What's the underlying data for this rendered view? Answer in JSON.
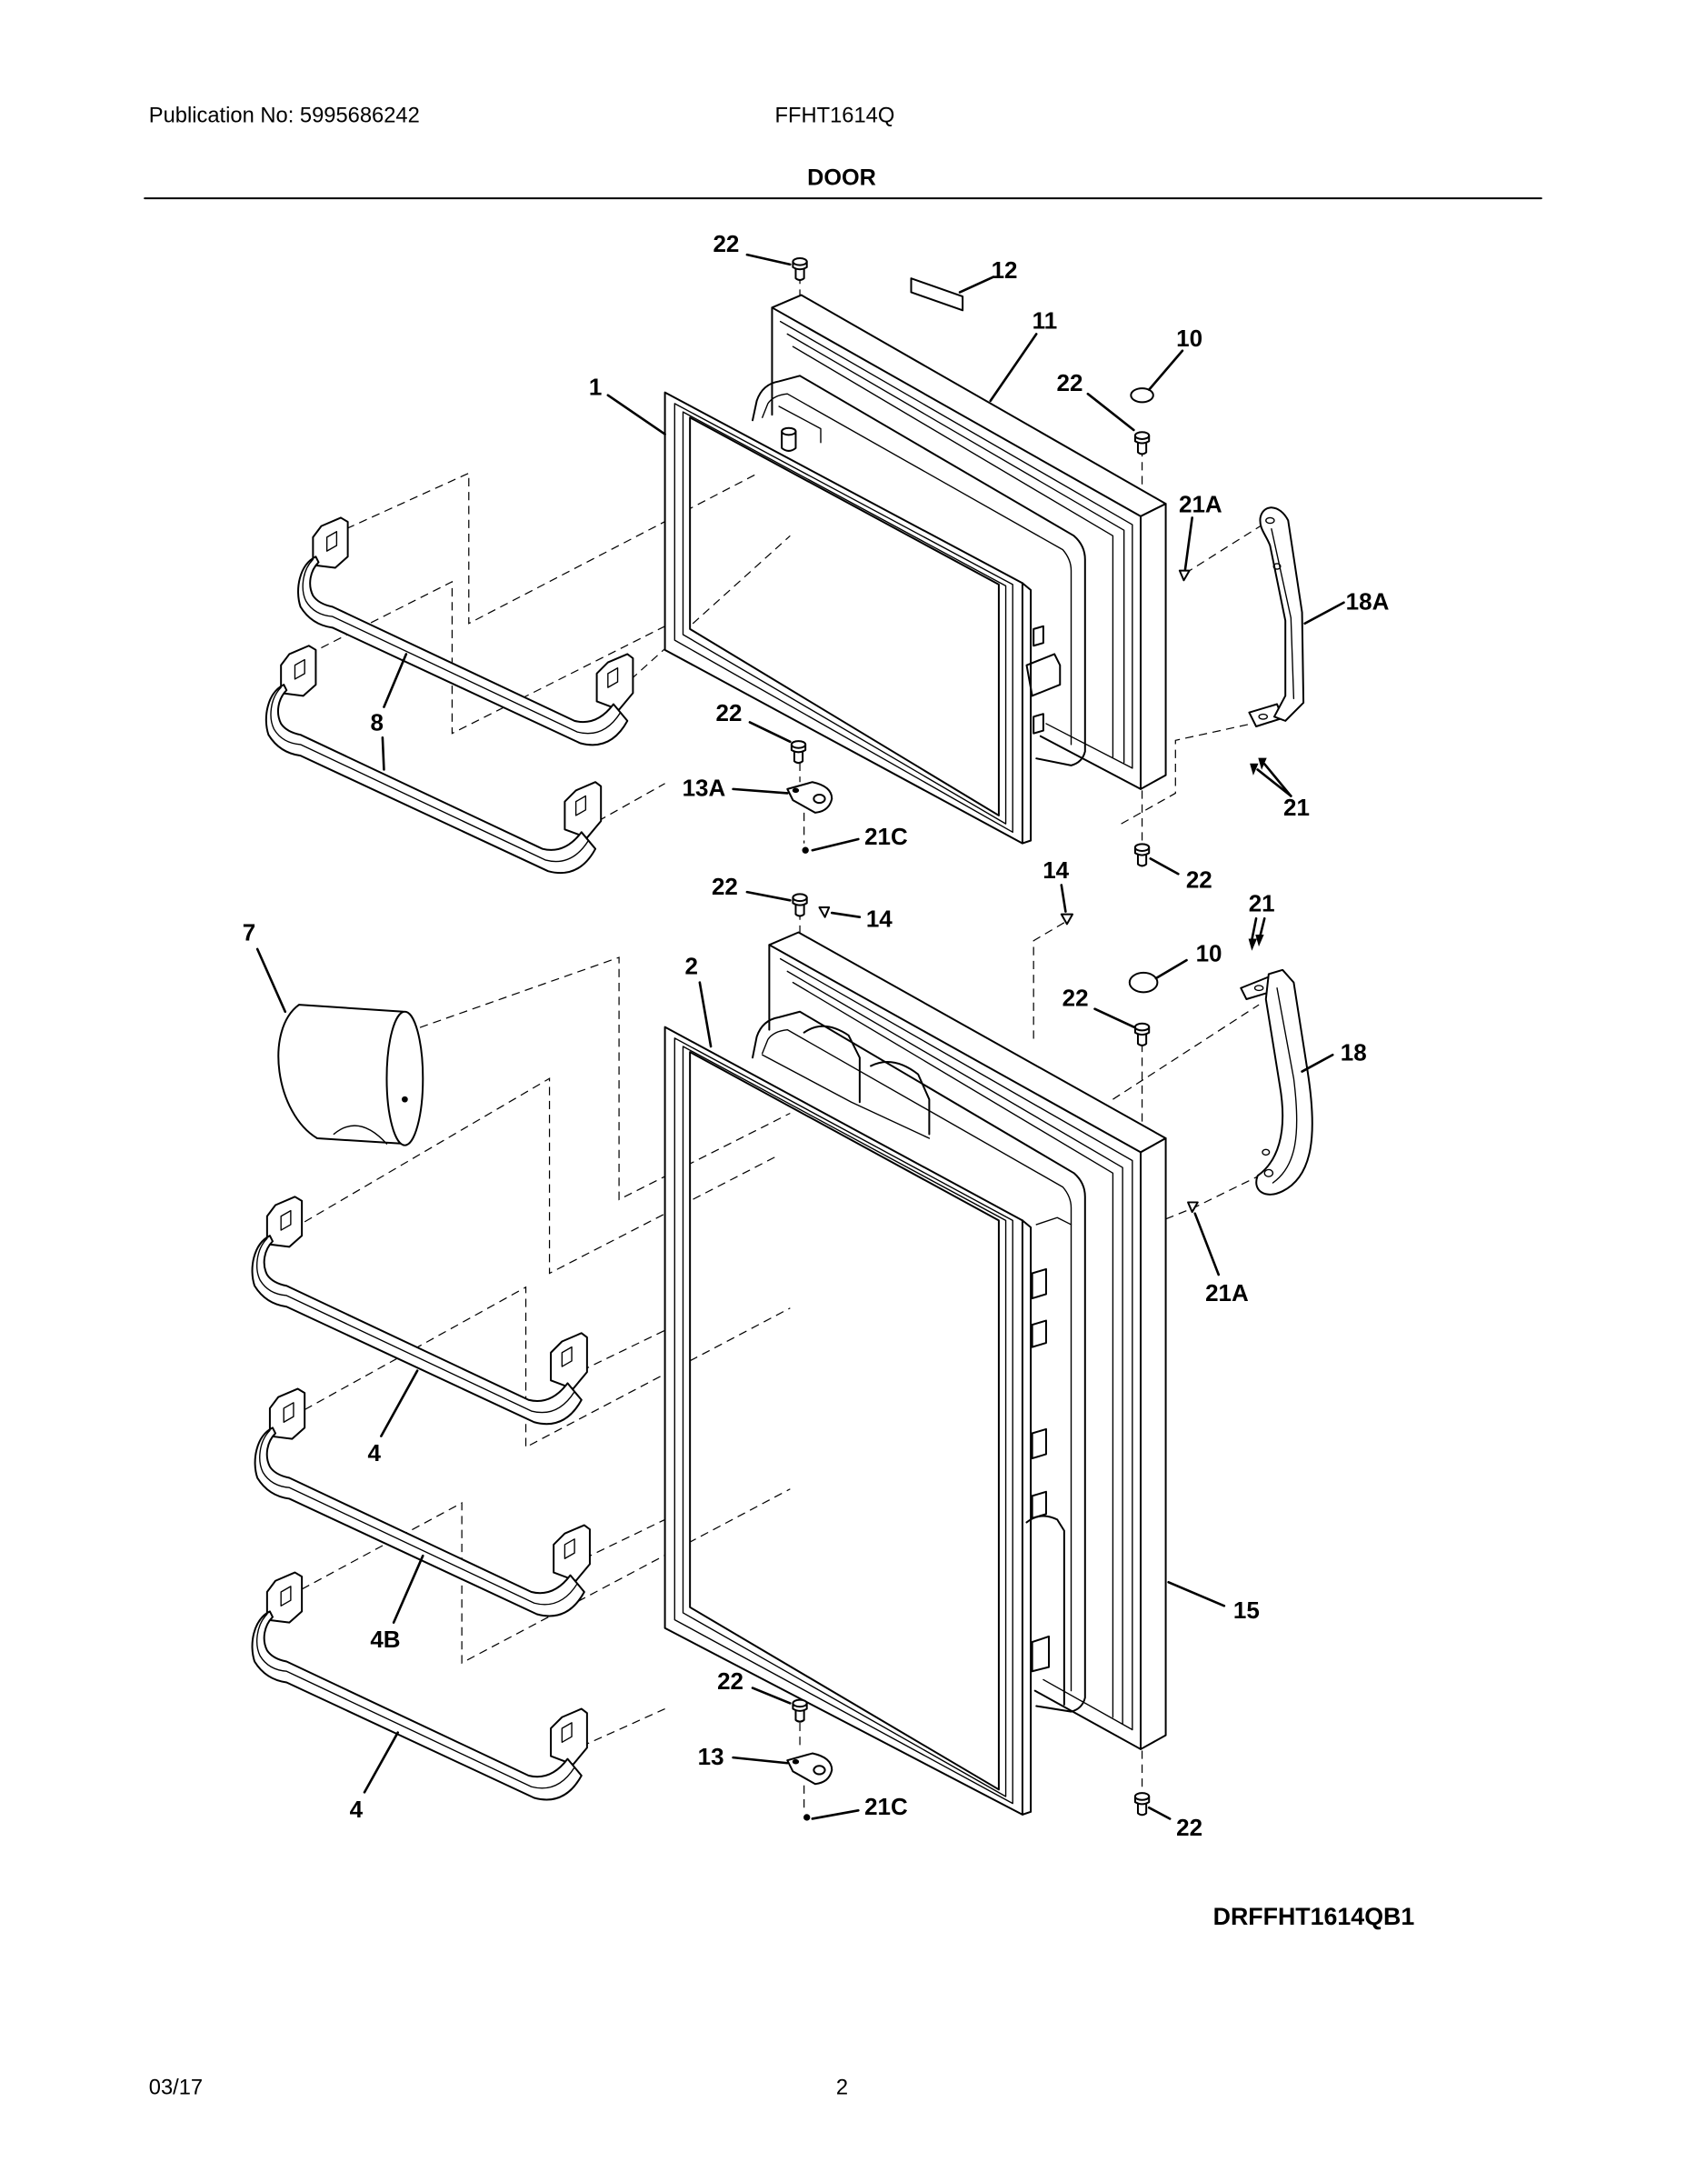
{
  "header": {
    "publication": "Publication No: 5995686242",
    "model": "FFHT1614Q",
    "section_title": "DOOR"
  },
  "diagram": {
    "callouts": [
      "22",
      "12",
      "11",
      "10",
      "22",
      "1",
      "21A",
      "18A",
      "8",
      "22",
      "13A",
      "21C",
      "21",
      "22",
      "14",
      "22",
      "14",
      "21",
      "7",
      "2",
      "10",
      "22",
      "18",
      "21A",
      "4",
      "4B",
      "15",
      "22",
      "13",
      "21C",
      "22",
      "4"
    ],
    "drawing_id": "DRFFHT1614QB1"
  },
  "footer": {
    "date": "03/17",
    "page_number": "2"
  }
}
